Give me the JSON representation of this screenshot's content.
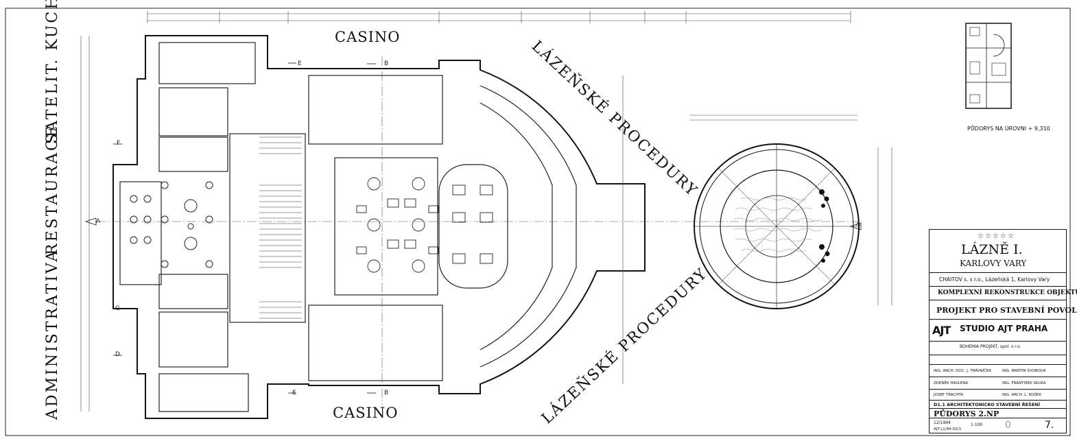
{
  "labels": {
    "casino_top": "CASINO",
    "casino_bottom": "CASINO",
    "lazenske_top": "LÁZEŇSKÉ PROCEDURY",
    "lazenske_bottom": "LÁZEŇSKÉ PROCEDURY",
    "left_vertical_1": "ADMINISTRATIVA",
    "left_vertical_2": "RESTAURACE",
    "left_vertical_3": "SATELIT. KUCH.",
    "inset_caption": "PŮDORYS NA ÚROVNI + 9,310",
    "section_a_left": "A",
    "section_a_right": "A",
    "section_b_top": "B",
    "section_b_bottom": "B",
    "section_e_top": "E",
    "section_e_bottom": "E",
    "section_f": "F",
    "section_g": "G",
    "section_d": "D"
  },
  "title_block": {
    "stars": "☆☆☆☆☆",
    "title_line1": "LÁZNĚ I.",
    "title_line2": "KARLOVY VARY",
    "investor": "CHAITOV s. s r.o., Lázeňská 1, Karlovy Vary",
    "project": "KOMPLEXNÍ REKONSTRUKCE OBJEKTU",
    "stage": "PROJEKT PRO STAVEBNÍ POVOLENÍ",
    "studio_logo": "AJT",
    "studio": "STUDIO AJT PRAHA",
    "partner": "BOHEMIA PROJEKT, spol. s r.o.",
    "responsible_architect": "ING. ARCH. DOC. J. TRÁVNÍČEK",
    "chief_engineer": "ING. MARTIN SVOBODA",
    "designer": "ZDENĚK HAVLENA",
    "checker": "ING. FRANTIŠEK SKUKA",
    "technologist": "JOSEF TRACHTA",
    "architect": "ING. ARCH. L. KOŠEK",
    "part": "D1.1 ARCHITEKTONICKO STAVEBNÍ ŘEŠENÍ",
    "drawing_title": "PŮDORYS 2.NP",
    "date": "12/1994",
    "scale": "1:100",
    "revision": "0",
    "sheet_number": "7.",
    "archive_number": "AJT-L1/94-02/3"
  }
}
